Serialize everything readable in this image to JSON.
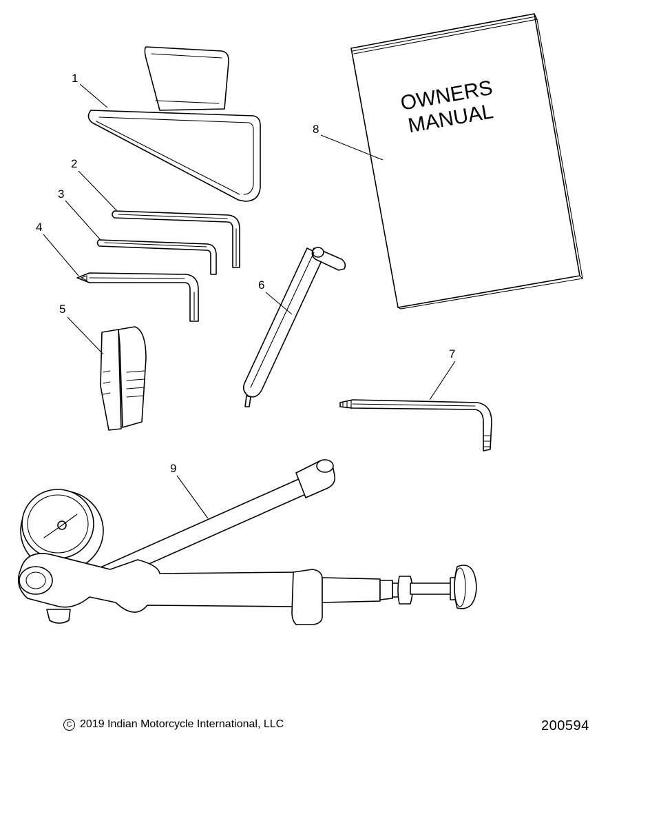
{
  "callouts": [
    "1",
    "2",
    "3",
    "4",
    "5",
    "6",
    "7",
    "8",
    "9"
  ],
  "manual_cover": {
    "line1": "OWNERS",
    "line2": "MANUAL"
  },
  "footer": {
    "copyright_symbol": "C",
    "copyright_text": "2019 Indian Motorcycle International, LLC",
    "diagram_id": "200594"
  }
}
